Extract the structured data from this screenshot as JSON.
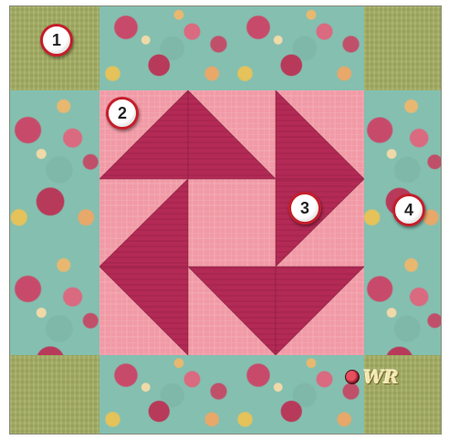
{
  "image": {
    "subject": "quilt block",
    "colors": {
      "corner_green": "#a3ad62",
      "border_teal": "#84bfb0",
      "light_pink": "#f19aa6",
      "dark_magenta": "#b22a55",
      "badge_ring": "#c41e2a"
    }
  },
  "markers": [
    {
      "label": "1"
    },
    {
      "label": "2"
    },
    {
      "label": "3"
    },
    {
      "label": "4"
    }
  ],
  "logo": {
    "text": "WR"
  }
}
